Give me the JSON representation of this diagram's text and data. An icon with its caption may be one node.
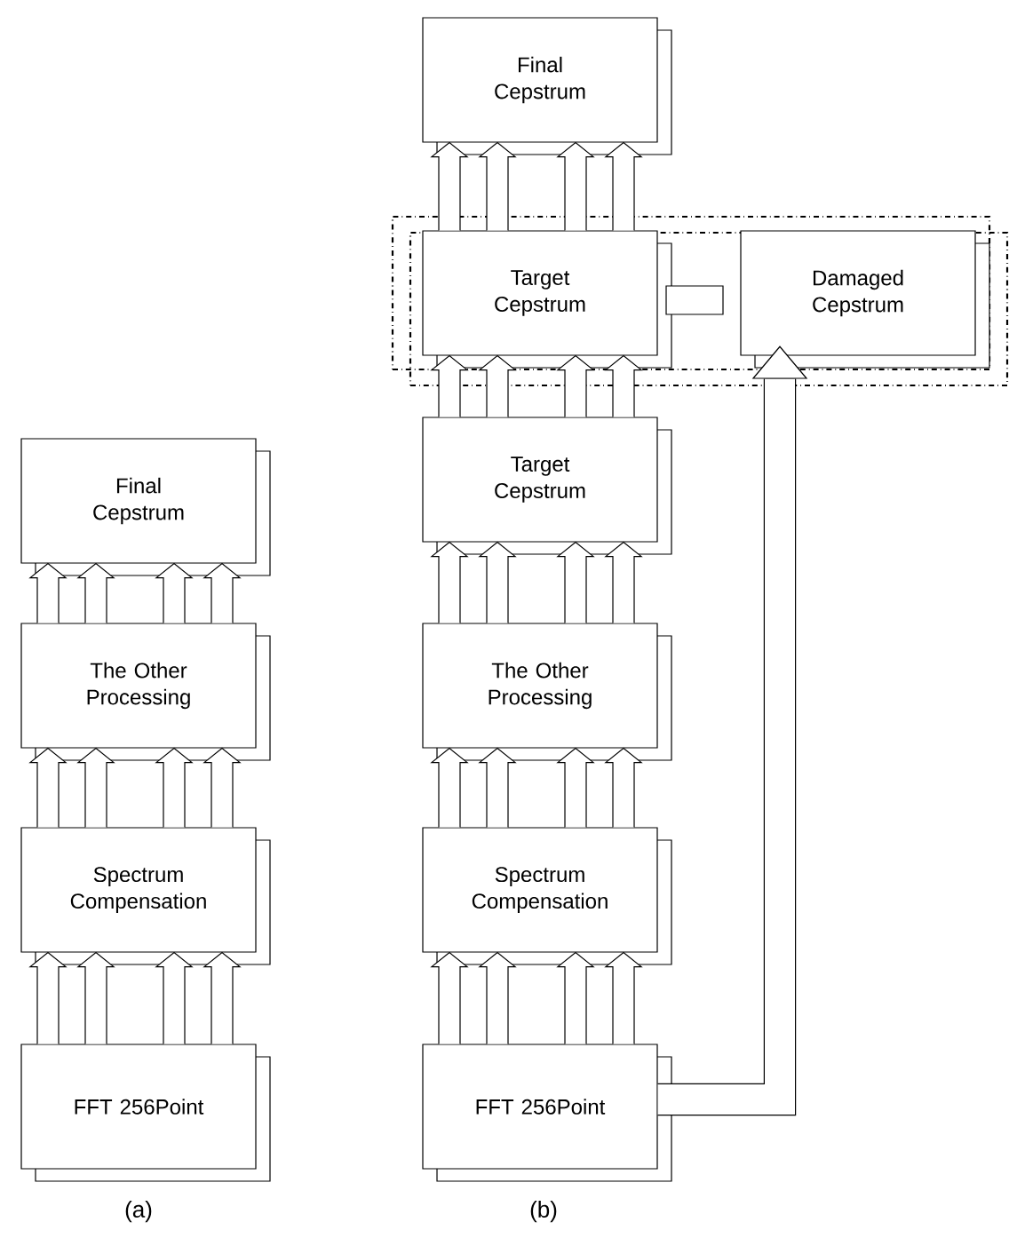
{
  "diagram": {
    "nodes": [
      {
        "text": [
          "Final Cepstrum"
        ]
      },
      {
        "text": [
          "The Other Processing"
        ]
      },
      {
        "text": [
          "Spectrum Compensation"
        ]
      },
      {
        "text": [
          "FFT 256Point"
        ]
      },
      {
        "text": [
          "Final Cepstrum"
        ]
      },
      {
        "text": [],
        "shape": "box"
      },
      {
        "text": [
          "Target Cepstrum"
        ],
        "in": 5
      },
      {
        "text": [],
        "shape": "box",
        "in": 5
      },
      {
        "text": [
          "Damaged Cepstrum"
        ],
        "in": 5
      },
      {
        "text": [
          "Target Cepstrum"
        ]
      },
      {
        "text": [
          "The Other Processing"
        ]
      },
      {
        "text": [
          "Spectrum Compensation"
        ]
      },
      {
        "text": [
          "FFT 256Point"
        ]
      }
    ],
    "edges": [
      {
        "from": 3,
        "to": 2,
        "arrow": "to"
      },
      {
        "from": 3,
        "to": 2,
        "arrow": "to"
      },
      {
        "from": 3,
        "to": 2,
        "arrow": "to"
      },
      {
        "from": 3,
        "to": 2,
        "arrow": "to"
      },
      {
        "from": 2,
        "to": 1,
        "arrow": "to"
      },
      {
        "from": 2,
        "to": 1,
        "arrow": "to"
      },
      {
        "from": 2,
        "to": 1,
        "arrow": "to"
      },
      {
        "from": 2,
        "to": 1,
        "arrow": "to"
      },
      {
        "from": 1,
        "to": 0,
        "arrow": "to"
      },
      {
        "from": 1,
        "to": 0,
        "arrow": "to"
      },
      {
        "from": 1,
        "to": 0,
        "arrow": "to"
      },
      {
        "from": 1,
        "to": 0,
        "arrow": "to"
      },
      {
        "from": 12,
        "to": 11,
        "arrow": "to"
      },
      {
        "from": 12,
        "to": 11,
        "arrow": "to"
      },
      {
        "from": 12,
        "to": 11,
        "arrow": "to"
      },
      {
        "from": 12,
        "to": 11,
        "arrow": "to"
      },
      {
        "from": 11,
        "to": 10,
        "arrow": "to"
      },
      {
        "from": 11,
        "to": 10,
        "arrow": "to"
      },
      {
        "from": 11,
        "to": 10,
        "arrow": "to"
      },
      {
        "from": 11,
        "to": 10,
        "arrow": "to"
      },
      {
        "from": 10,
        "to": 9,
        "arrow": "to"
      },
      {
        "from": 10,
        "to": 9,
        "arrow": "to"
      },
      {
        "from": 10,
        "to": 9,
        "arrow": "to"
      },
      {
        "from": 10,
        "to": 9,
        "arrow": "to"
      },
      {
        "from": 9,
        "to": 6,
        "arrow": "to"
      },
      {
        "from": 9,
        "to": 6,
        "arrow": "to"
      },
      {
        "from": 9,
        "to": 6,
        "arrow": "to"
      },
      {
        "from": 9,
        "to": 6,
        "arrow": "to"
      },
      {
        "from": 6,
        "to": 4,
        "arrow": "to"
      },
      {
        "from": 6,
        "to": 4,
        "arrow": "to"
      },
      {
        "from": 6,
        "to": 4,
        "arrow": "to"
      },
      {
        "from": 6,
        "to": 4,
        "arrow": "to"
      },
      {
        "from": 12,
        "to": 8,
        "arrow": "to"
      }
    ],
    "labels": [
      "(a)",
      "(b)"
    ]
  }
}
